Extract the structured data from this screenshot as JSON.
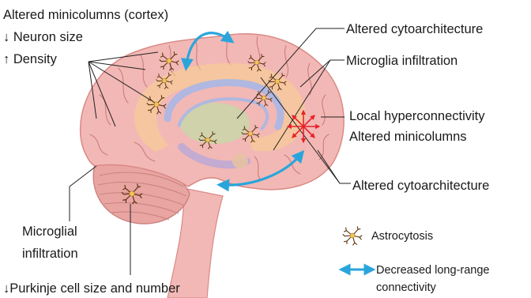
{
  "labels": {
    "minicolumns_title": "Altered minicolumns (cortex)",
    "neuron_size": "↓ Neuron size",
    "density": "↑ Density",
    "cyto_top": "Altered cytoarchitecture",
    "microglia_infiltration": "Microglia infiltration",
    "local_hyper": "Local hyperconnectivity",
    "altered_minicolumns": "Altered minicolumns",
    "cyto_bottom": "Altered cytoarchitecture",
    "microglial_line1": "Microglial",
    "microglial_line2": "infiltration",
    "purkinje": "↓Purkinje cell size and number"
  },
  "legend": {
    "astrocytosis": "Astrocytosis",
    "long_range_line1": "Decreased long-range",
    "long_range_line2": "connectivity"
  },
  "colors": {
    "brain_fill": "#f2b8b5",
    "brain_outline": "#d98a86",
    "gyri": "#c97f7c",
    "cerebellum": "#e8a5a2",
    "limbic_band": "#f7d28c",
    "ventricle": "#a9b7e6",
    "thalamus": "#c9d6a8",
    "astrocyte_body": "#f4c45a",
    "astrocyte_arm": "#5a3412",
    "arrow_blue": "#2aa5dc",
    "hyper_red": "#e8232b",
    "leader": "#222222"
  },
  "icons": [
    "astrocyte-icon",
    "double-arrow-icon",
    "starburst-icon"
  ]
}
